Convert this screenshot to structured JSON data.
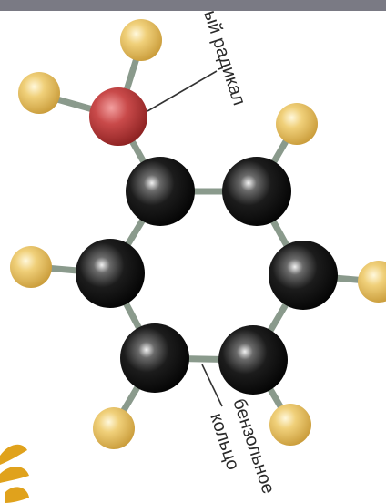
{
  "labels": {
    "radical": "ый радикал",
    "ring_line1": "бензольное",
    "ring_line2": "кольцо"
  },
  "colors": {
    "top_strip": "#7a7a84",
    "bond": "#8a9a8c",
    "carbon": "#1a1a1a",
    "hydrogen": "#e8c468",
    "oxygen": "#c23a3a",
    "leader_line": "#333333",
    "decoration": "#e0a21c"
  }
}
